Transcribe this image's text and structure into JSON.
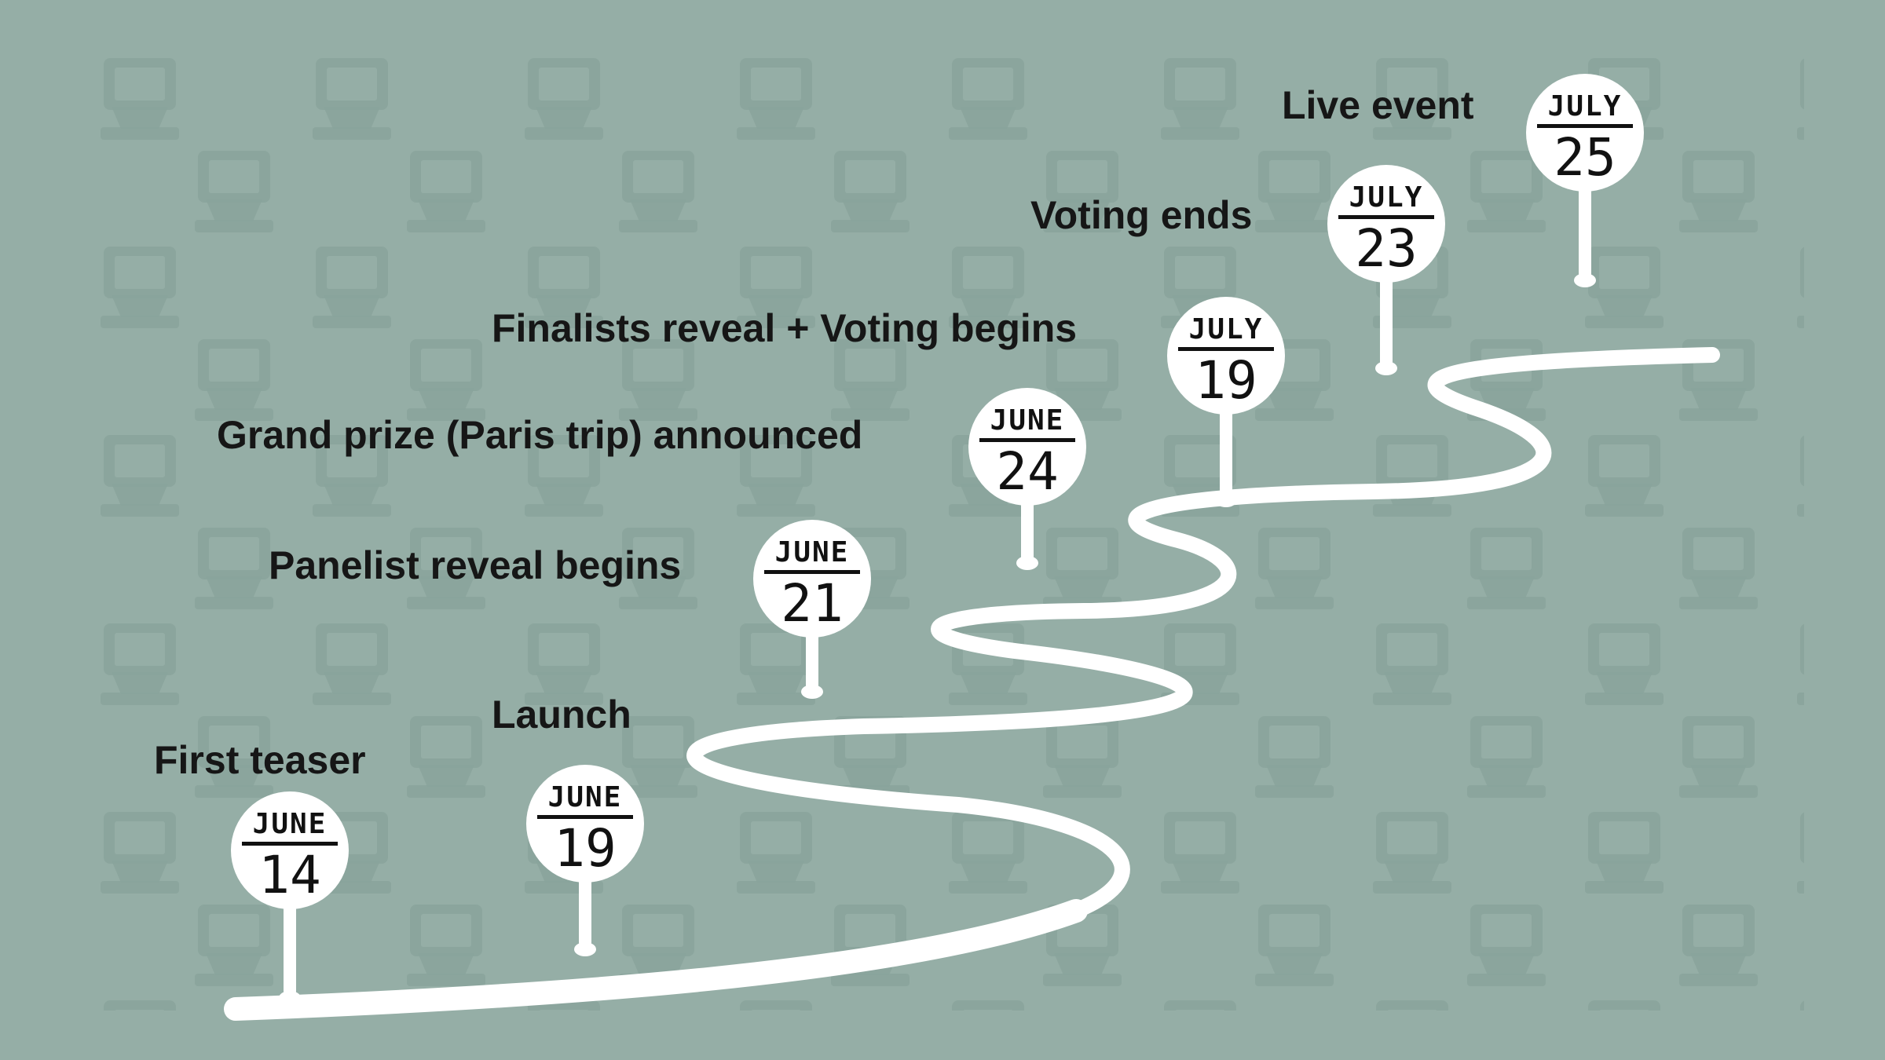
{
  "colors": {
    "background": "#95aea6",
    "pattern": "#86a199",
    "road": "#ffffff",
    "text": "#161616"
  },
  "icons": [
    "laptop-icon",
    "road-path",
    "location-pin-icon"
  ],
  "milestones": [
    {
      "id": "first-teaser",
      "label": "First teaser",
      "month": "JUNE",
      "day": "14"
    },
    {
      "id": "launch",
      "label": "Launch",
      "month": "JUNE",
      "day": "19"
    },
    {
      "id": "panelist-reveal",
      "label": "Panelist reveal begins",
      "month": "JUNE",
      "day": "21"
    },
    {
      "id": "grand-prize",
      "label": "Grand prize (Paris trip) announced",
      "month": "JUNE",
      "day": "24"
    },
    {
      "id": "finalists-reveal",
      "label": "Finalists reveal + Voting begins",
      "month": "JULY",
      "day": "19"
    },
    {
      "id": "voting-ends",
      "label": "Voting ends",
      "month": "JULY",
      "day": "23"
    },
    {
      "id": "live-event",
      "label": "Live event",
      "month": "JULY",
      "day": "25"
    }
  ]
}
